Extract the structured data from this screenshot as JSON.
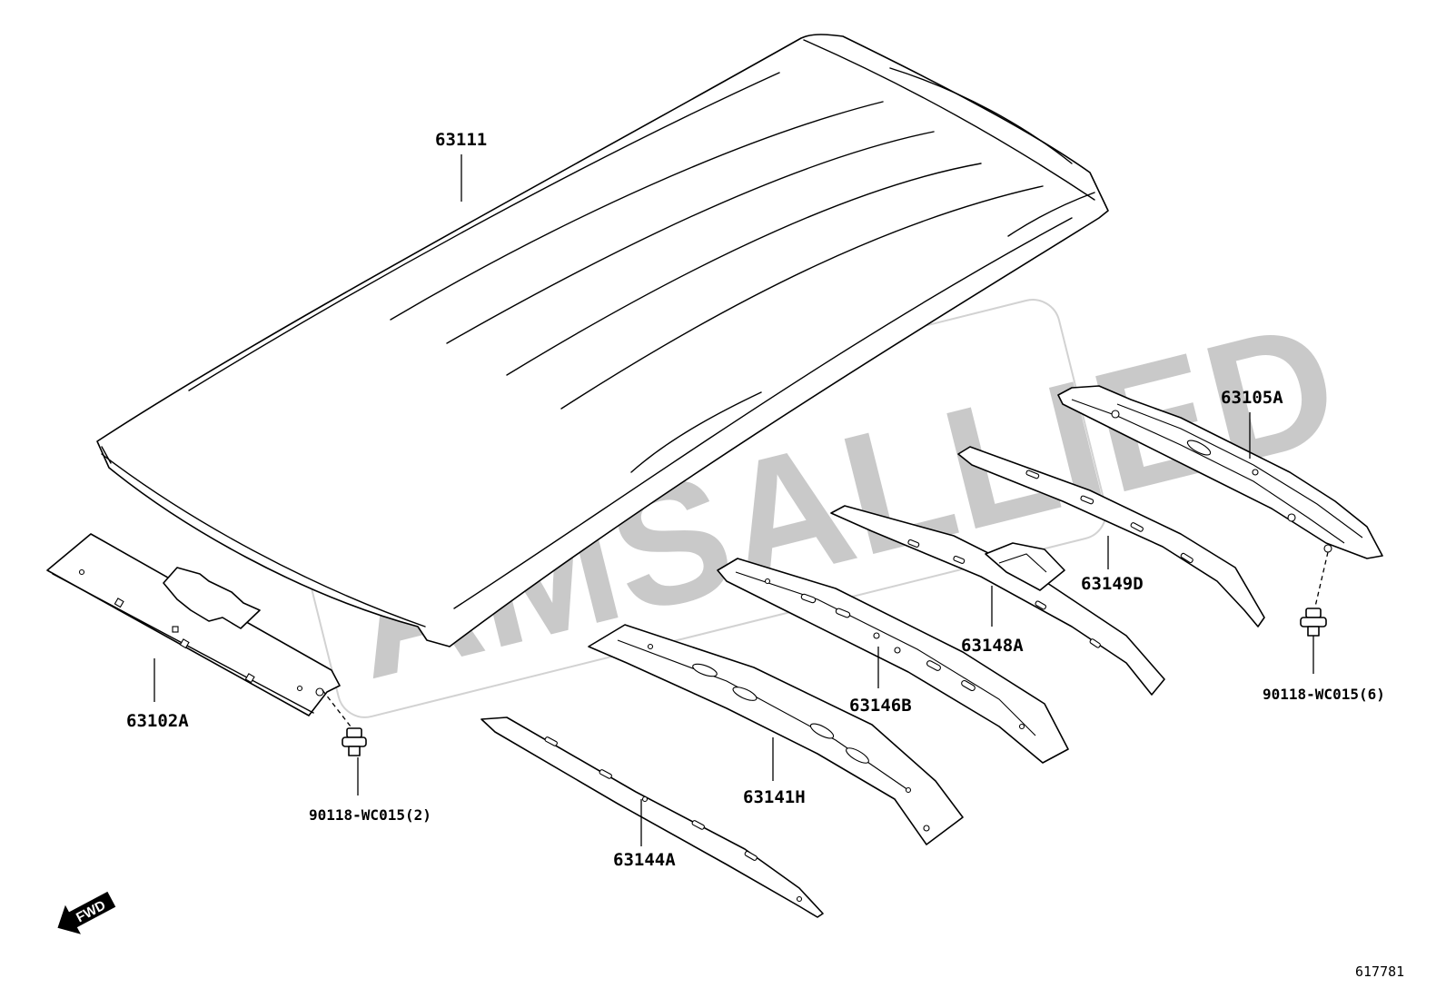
{
  "watermark": "AMSALLIED",
  "figure_number": "617781",
  "direction_arrow": {
    "label": "FWD",
    "icon": "fwd-arrow-icon"
  },
  "parts": [
    {
      "id": "63111"
    },
    {
      "id": "63105A"
    },
    {
      "id": "63149D"
    },
    {
      "id": "63148A"
    },
    {
      "id": "63146B"
    },
    {
      "id": "63141H"
    },
    {
      "id": "63144A"
    },
    {
      "id": "63102A"
    }
  ],
  "fasteners": [
    {
      "id": "90118-WC015(6)"
    },
    {
      "id": "90118-WC015(2)"
    }
  ]
}
